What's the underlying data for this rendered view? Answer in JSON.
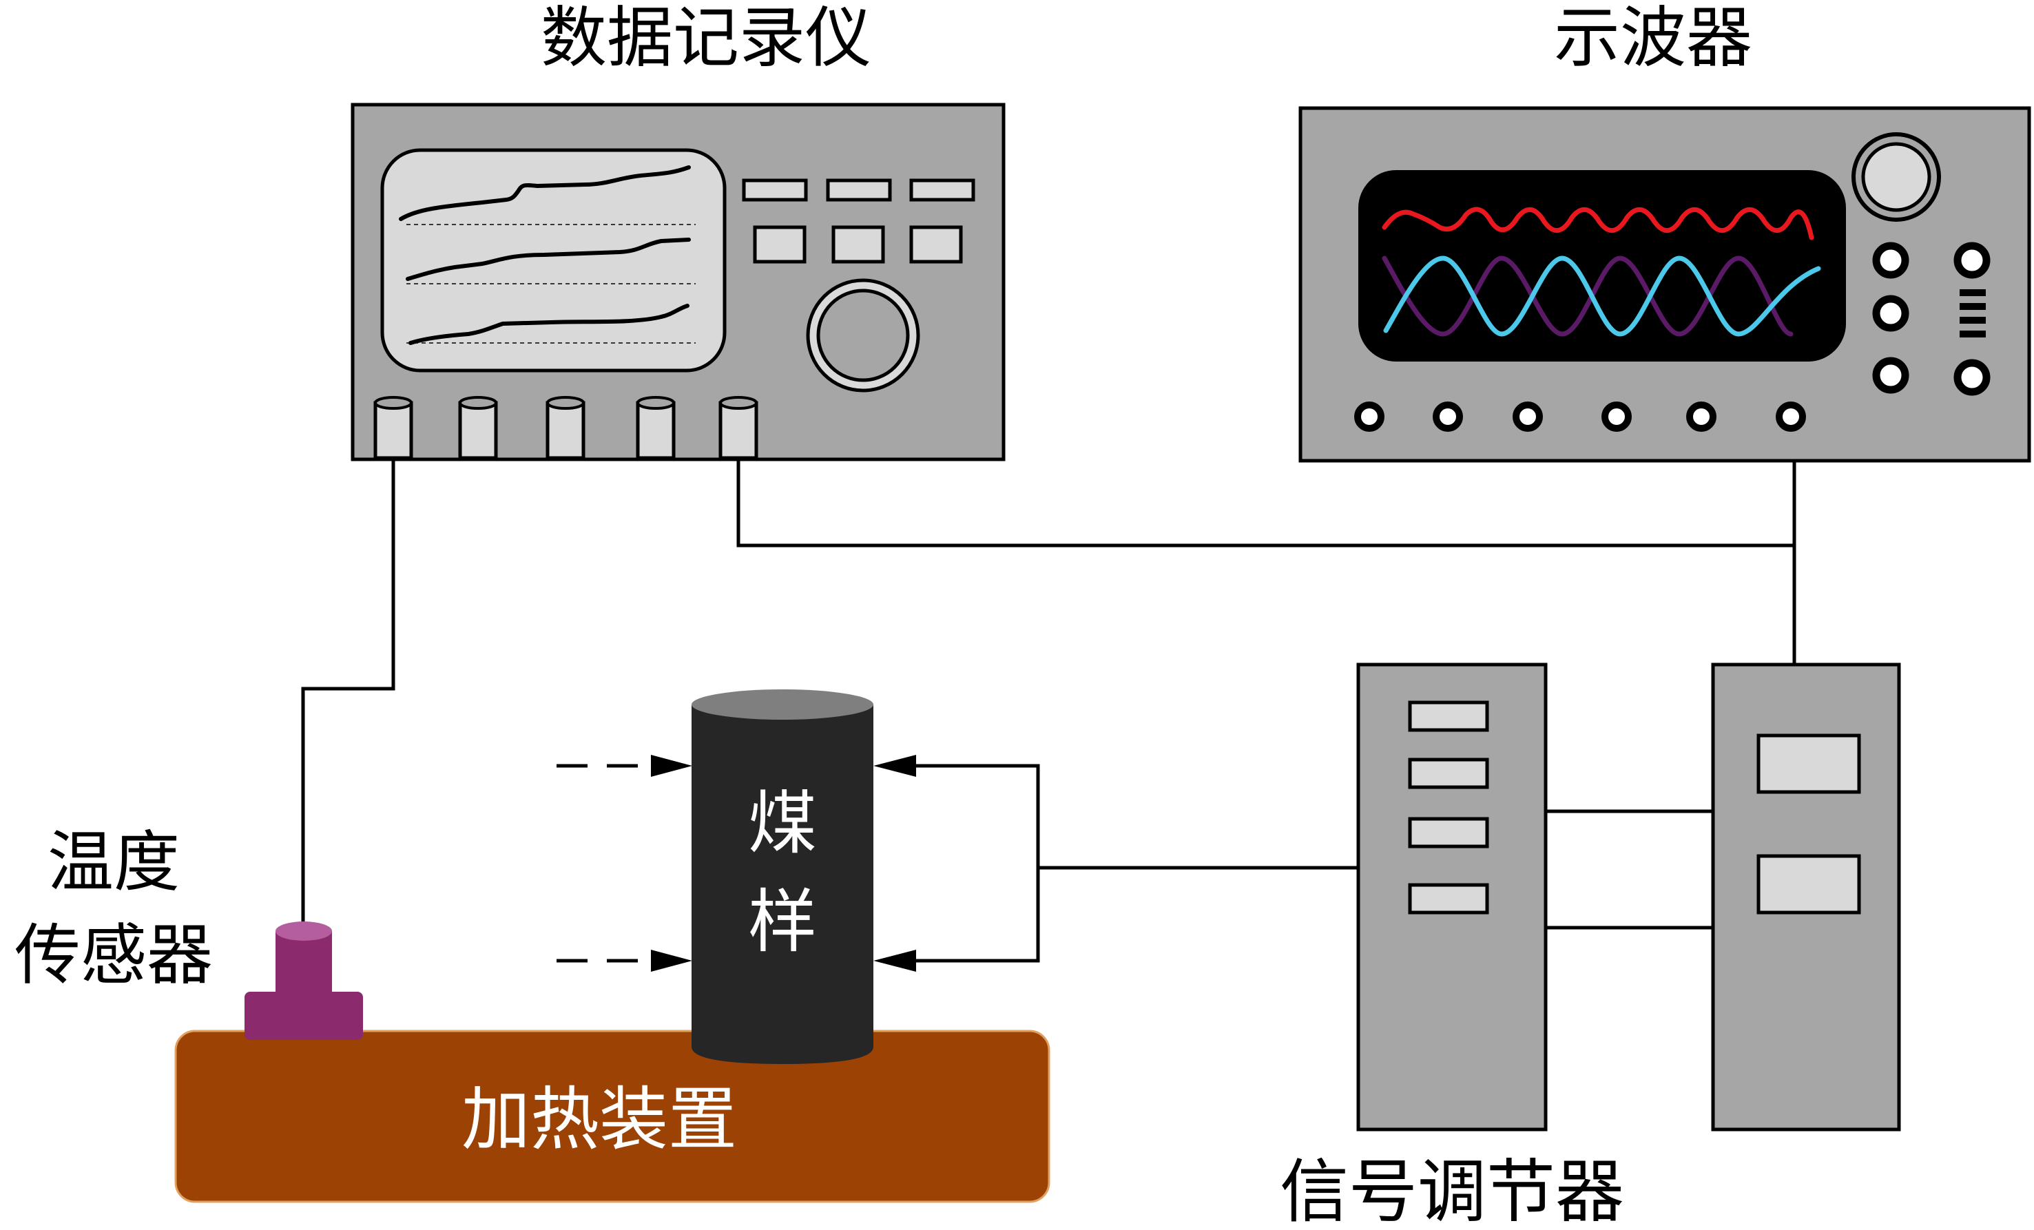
{
  "labels": {
    "data_recorder": "数据记录仪",
    "oscilloscope": "示波器",
    "temp_sensor_line1": "温度",
    "temp_sensor_line2": "传感器",
    "coal_sample_line1": "煤",
    "coal_sample_line2": "样",
    "heating_device": "加热装置",
    "signal_conditioner": "信号调节器"
  },
  "colors": {
    "device_gray": "#a6a6a6",
    "screen_light": "#d9d9d9",
    "screen_dark": "#000000",
    "sample_black": "#262626",
    "sample_top": "#7f7f7f",
    "heater_brown": "#9c4204",
    "sensor_purple": "#8c2a6e",
    "sensor_top": "#b45ea0",
    "trace_red": "#e8181e",
    "trace_cyan": "#4cc8ea",
    "trace_purple": "#5a1a66"
  },
  "icons": {
    "recorder_knob": "dial-knob",
    "oscilloscope_knob": "dial-knob",
    "connectors": "bnc-connector"
  }
}
